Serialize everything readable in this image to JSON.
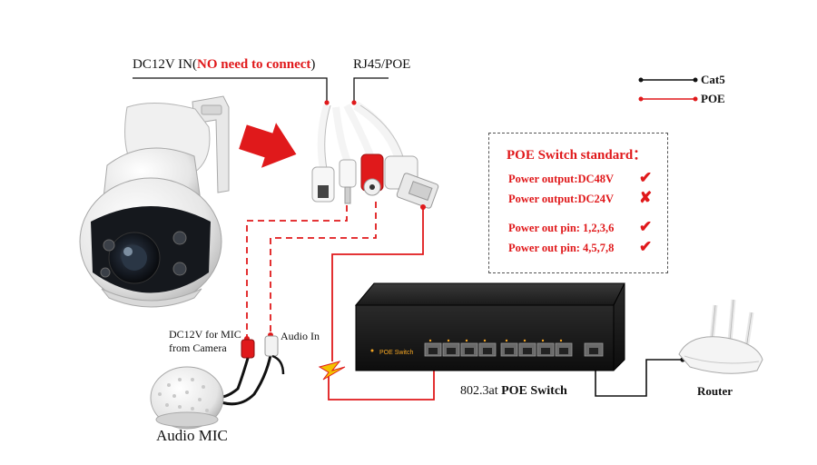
{
  "labels": {
    "dc_in_prefix": "DC12V IN(",
    "dc_in_warning": "NO need to connect",
    "dc_in_suffix": ")",
    "rj45": "RJ45/POE",
    "mic_power_line1": "DC12V for MIC",
    "mic_power_line2": "from Camera",
    "audio_in": "Audio In",
    "audio_mic": "Audio MIC",
    "switch_prefix": "802.3at",
    "switch_name": "POE Switch",
    "switch_device_text": "POE Switch",
    "router": "Router"
  },
  "legend": {
    "cat5": "Cat5",
    "poe": "POE"
  },
  "poe_standard": {
    "title": "POE Switch standard：",
    "items": [
      {
        "text": "Power output:DC48V",
        "mark": "✔"
      },
      {
        "text": "Power output:DC24V",
        "mark": "✘"
      },
      {
        "text": "Power out pin: 1,2,3,6",
        "mark": "✔"
      },
      {
        "text": "Power out pin: 4,5,7,8",
        "mark": "✔"
      }
    ]
  },
  "colors": {
    "poe_line": "#e0191b",
    "cat5_line": "#111111",
    "accent_red": "#e0191b"
  }
}
